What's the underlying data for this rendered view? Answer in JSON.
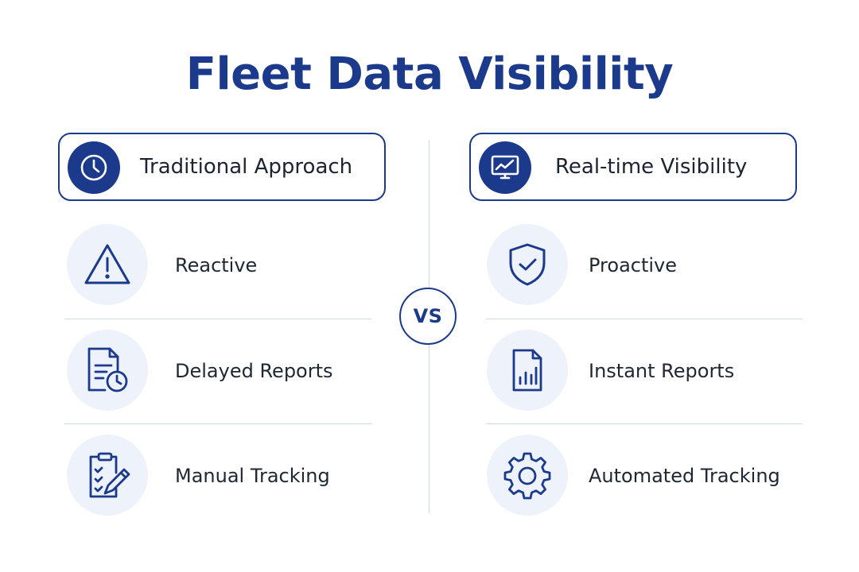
{
  "title": "Fleet Data Visibility",
  "vs_label": "VS",
  "colors": {
    "primary": "#1b3a8c",
    "icon_bg": "#eef2fa",
    "divider": "#cdd7e6",
    "text": "#1f2733"
  },
  "left": {
    "header": {
      "label": "Traditional Approach",
      "icon": "clock-icon"
    },
    "items": [
      {
        "label": "Reactive",
        "icon": "warning-triangle-icon"
      },
      {
        "label": "Delayed Reports",
        "icon": "document-clock-icon"
      },
      {
        "label": "Manual Tracking",
        "icon": "clipboard-pencil-icon"
      }
    ]
  },
  "right": {
    "header": {
      "label": "Real-time Visibility",
      "icon": "monitor-chart-icon"
    },
    "items": [
      {
        "label": "Proactive",
        "icon": "shield-check-icon"
      },
      {
        "label": "Instant Reports",
        "icon": "document-bar-chart-icon"
      },
      {
        "label": "Automated Tracking",
        "icon": "gear-icon"
      }
    ]
  }
}
